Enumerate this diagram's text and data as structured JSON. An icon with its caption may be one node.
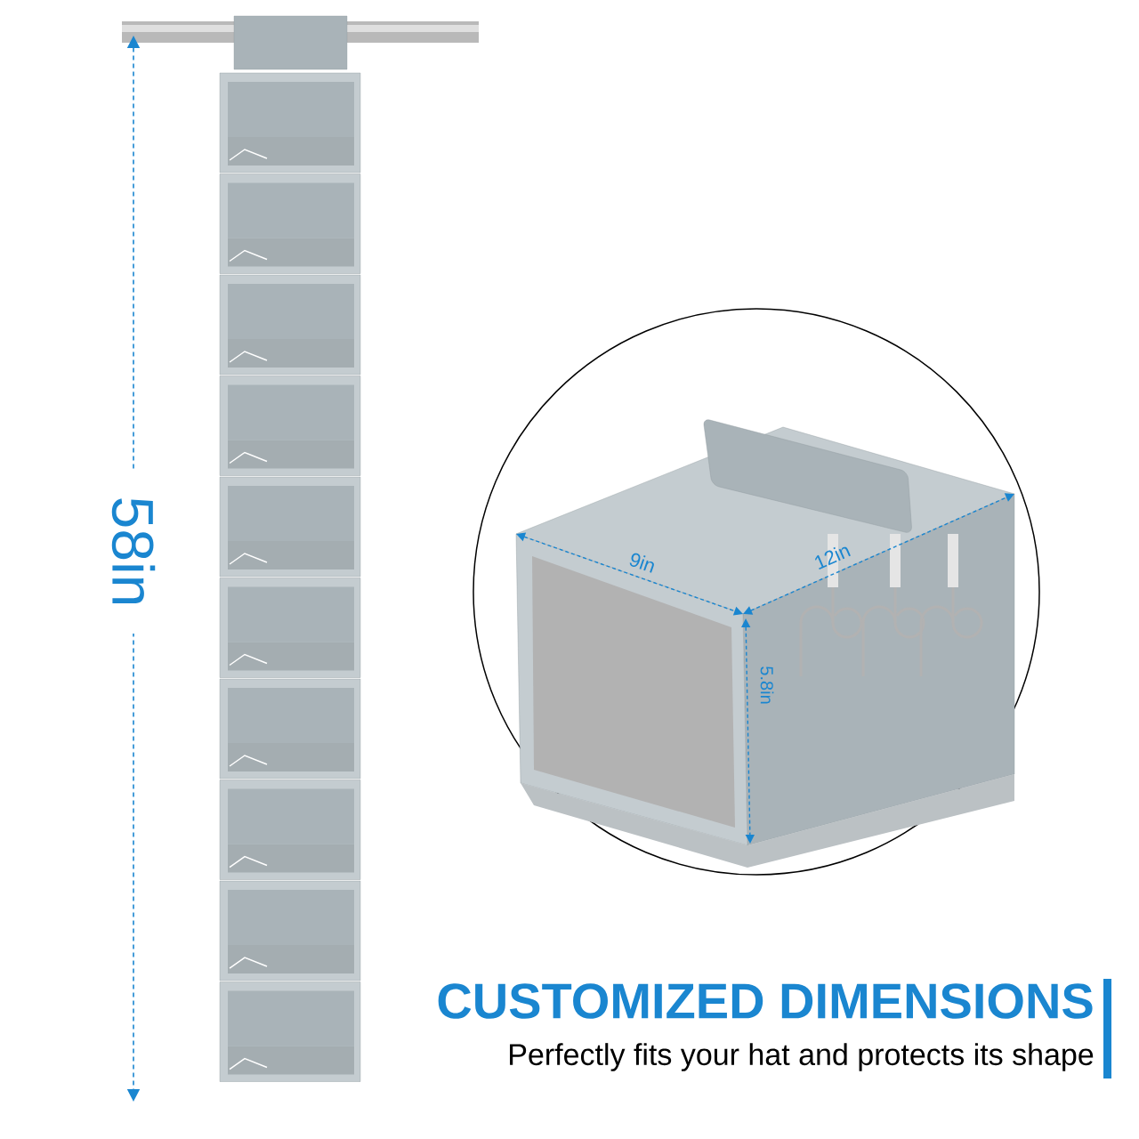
{
  "diagram": {
    "title": "CUSTOMIZED DIMENSIONS",
    "caption": "Perfectly fits your hat and protects its shape",
    "labels": [
      "58in",
      "9in",
      "12in",
      "5.8in"
    ]
  }
}
